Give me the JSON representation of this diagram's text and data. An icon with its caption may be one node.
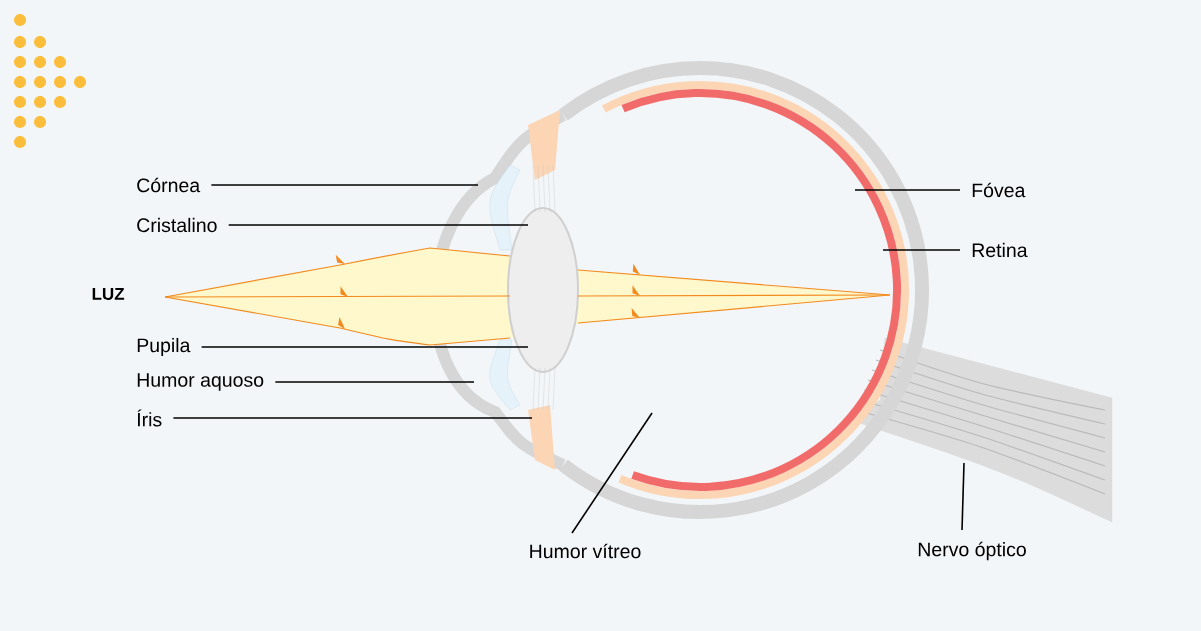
{
  "diagram": {
    "nodes": [
      {
        "text": [
          "Córnea"
        ]
      },
      {
        "text": [
          "Cristalino"
        ]
      },
      {
        "text": [
          "Pupila"
        ]
      },
      {
        "text": [
          "Humor aquoso"
        ]
      },
      {
        "text": [
          "Íris"
        ]
      },
      {
        "text": [
          "Humor vítreo"
        ]
      },
      {
        "text": [
          "Fóvea"
        ]
      },
      {
        "text": [
          "Retina"
        ]
      },
      {
        "text": [
          "Nervo óptico"
        ]
      }
    ],
    "edges": [
      {
        "from": 0,
        "to": null,
        "arrow": "none"
      },
      {
        "from": 1,
        "to": null,
        "arrow": "none"
      },
      {
        "from": 2,
        "to": null,
        "arrow": "none"
      },
      {
        "from": 3,
        "to": null,
        "arrow": "none"
      },
      {
        "from": 4,
        "to": null,
        "arrow": "none"
      },
      {
        "from": 5,
        "to": null,
        "arrow": "none"
      },
      {
        "from": 6,
        "to": null,
        "arrow": "none"
      },
      {
        "from": 7,
        "to": null,
        "arrow": "none"
      },
      {
        "from": 8,
        "to": null,
        "arrow": "none"
      }
    ],
    "labels": [
      "LUZ"
    ]
  }
}
